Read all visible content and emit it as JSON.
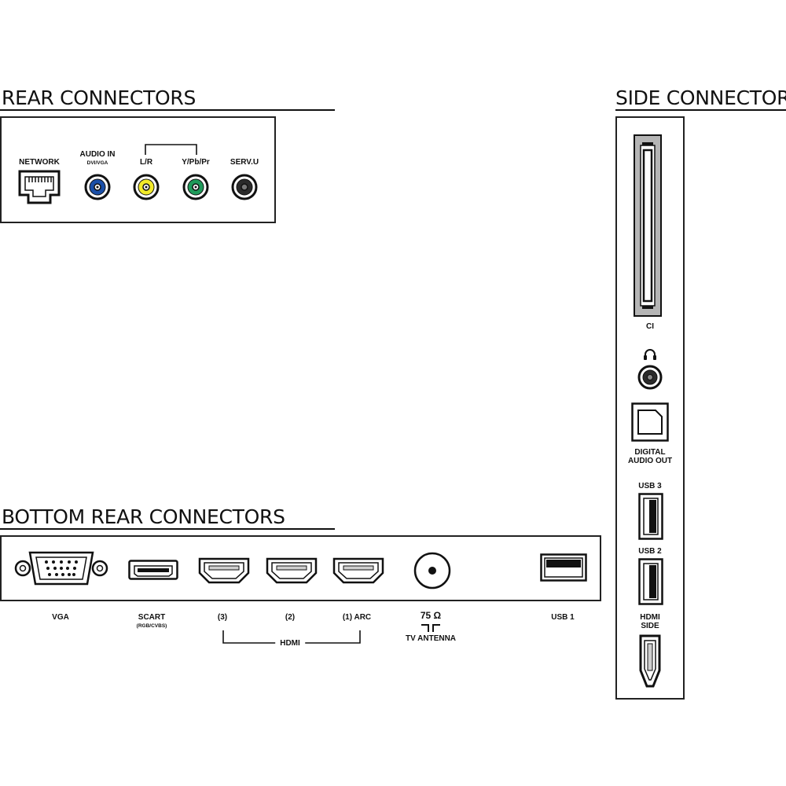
{
  "rear": {
    "title": "REAR CONNECTORS",
    "network": "NETWORK",
    "audio_in": "AUDIO IN",
    "audio_in_sub": "DVI/VGA",
    "lr": "L/R",
    "ypbpr": "Y/Pb/Pr",
    "servu": "SERV.U"
  },
  "side": {
    "title": "SIDE CONNECTORS",
    "ci": "CI",
    "digital_audio_out": "DIGITAL AUDIO OUT",
    "usb3": "USB 3",
    "usb2": "USB 2",
    "hdmi_side": "HDMI SIDE"
  },
  "bottom": {
    "title": "BOTTOM REAR CONNECTORS",
    "vga": "VGA",
    "scart": "SCART",
    "scart_sub": "(RGB/CVBS)",
    "hdmi3": "(3)",
    "hdmi2": "(2)",
    "hdmi1": "(1) ARC",
    "hdmi_group": "HDMI",
    "ohm": "75 Ω",
    "tv_antenna": "TV ANTENNA",
    "usb1": "USB 1"
  },
  "colors": {
    "audio_in": "#1a4fa8",
    "audio_lr": "#f2ea2a",
    "ypbpr": "#1f9a5a",
    "servu": "#2b2b2b"
  },
  "icons": [
    "rj45-icon",
    "jack-icon",
    "headphones-icon",
    "optical-icon",
    "usb-icon",
    "hdmi-icon",
    "vga-icon",
    "scart-icon",
    "coax-icon",
    "ci-slot-icon"
  ]
}
